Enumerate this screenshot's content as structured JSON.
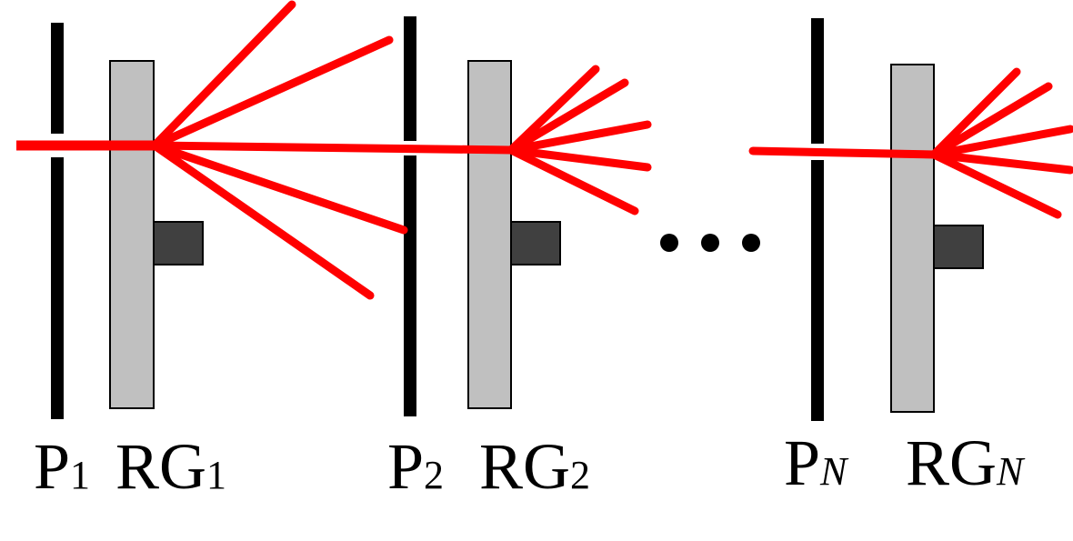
{
  "colors": {
    "beam": "#ff0000",
    "plate": "#c0c0c0",
    "tab": "#404040",
    "pinhole": "#000000"
  },
  "stages": [
    {
      "p_label": "P",
      "p_sub": "1",
      "rg_label": "RG",
      "rg_sub": "1"
    },
    {
      "p_label": "P",
      "p_sub": "2",
      "rg_label": "RG",
      "rg_sub": "2"
    },
    {
      "p_label": "P",
      "p_sub": "N",
      "rg_label": "RG",
      "rg_sub": "N"
    }
  ],
  "ellipsis": "•••"
}
